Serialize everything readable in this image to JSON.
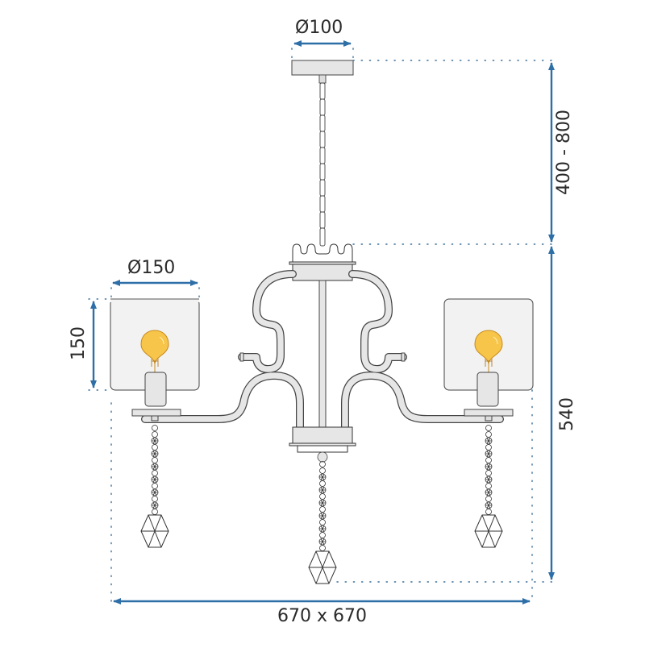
{
  "diagram": {
    "subject": "three-arm chandelier with lamp shades and crystal pendants",
    "colors": {
      "dimension_line": "#2f6fa8",
      "outline": "#333333",
      "fill": "#e6e6e6",
      "shade_fill": "#f2f2f2",
      "bulb": "#f7c54a",
      "bulb_outline": "#c88a1a",
      "dotted_guide": "#3b6f9a"
    },
    "dimensions": {
      "canopy_diameter": "Ø100",
      "shade_diameter": "Ø150",
      "shade_height": "150",
      "suspension_length": "400 - 800",
      "body_height": "540",
      "overall_width": "670 x 670"
    },
    "components": [
      {
        "name": "ceiling canopy"
      },
      {
        "name": "suspension chain"
      },
      {
        "name": "central crown"
      },
      {
        "name": "scroll arms",
        "count": 2
      },
      {
        "name": "lamp shades",
        "count": 2
      },
      {
        "name": "bulbs",
        "count": 2
      },
      {
        "name": "crystal pendants",
        "count": 3
      }
    ]
  }
}
